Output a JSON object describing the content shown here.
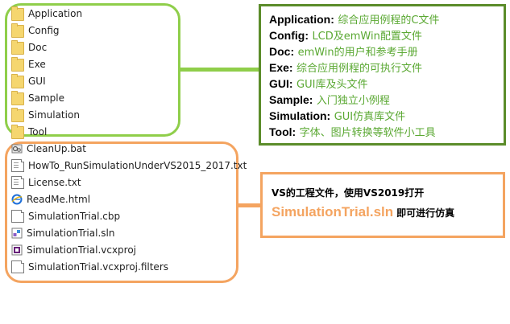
{
  "folders": [
    {
      "name": "Application",
      "icon": "folder-icon"
    },
    {
      "name": "Config",
      "icon": "folder-icon"
    },
    {
      "name": "Doc",
      "icon": "folder-icon"
    },
    {
      "name": "Exe",
      "icon": "folder-icon"
    },
    {
      "name": "GUI",
      "icon": "folder-icon"
    },
    {
      "name": "Sample",
      "icon": "folder-icon"
    },
    {
      "name": "Simulation",
      "icon": "folder-icon"
    },
    {
      "name": "Tool",
      "icon": "folder-icon"
    }
  ],
  "files": [
    {
      "name": "CleanUp.bat",
      "icon": "batch-file-icon"
    },
    {
      "name": "HowTo_RunSimulationUnderVS2015_2017.txt",
      "icon": "text-file-icon"
    },
    {
      "name": "License.txt",
      "icon": "text-file-icon"
    },
    {
      "name": "ReadMe.html",
      "icon": "html-file-icon"
    },
    {
      "name": "SimulationTrial.cbp",
      "icon": "generic-file-icon"
    },
    {
      "name": "SimulationTrial.sln",
      "icon": "solution-file-icon"
    },
    {
      "name": "SimulationTrial.vcxproj",
      "icon": "vcxproj-file-icon"
    },
    {
      "name": "SimulationTrial.vcxproj.filters",
      "icon": "filters-file-icon"
    }
  ],
  "descriptions": [
    {
      "key": "Application:",
      "value": "综合应用例程的C文件"
    },
    {
      "key": "Config:",
      "value": "LCD及emWin配置文件"
    },
    {
      "key": "Doc:",
      "value": "emWin的用户和参考手册"
    },
    {
      "key": "Exe:",
      "value": "综合应用例程的可执行文件"
    },
    {
      "key": "GUI:",
      "value": "GUI库及头文件"
    },
    {
      "key": "Sample:",
      "value": "入门独立小例程"
    },
    {
      "key": "Simulation:",
      "value": "GUI仿真库文件"
    },
    {
      "key": "Tool:",
      "value": "字体、图片转换等软件小工具"
    }
  ],
  "vs_note": {
    "line1": "VS的工程文件，使用VS2019打开",
    "highlight": "SimulationTrial.sln",
    "line2_suffix": "即可进行仿真"
  },
  "colors": {
    "green_border": "#8fce4a",
    "dark_green_border": "#5b8c2a",
    "desc_text": "#5aa832",
    "orange": "#f4a460"
  }
}
